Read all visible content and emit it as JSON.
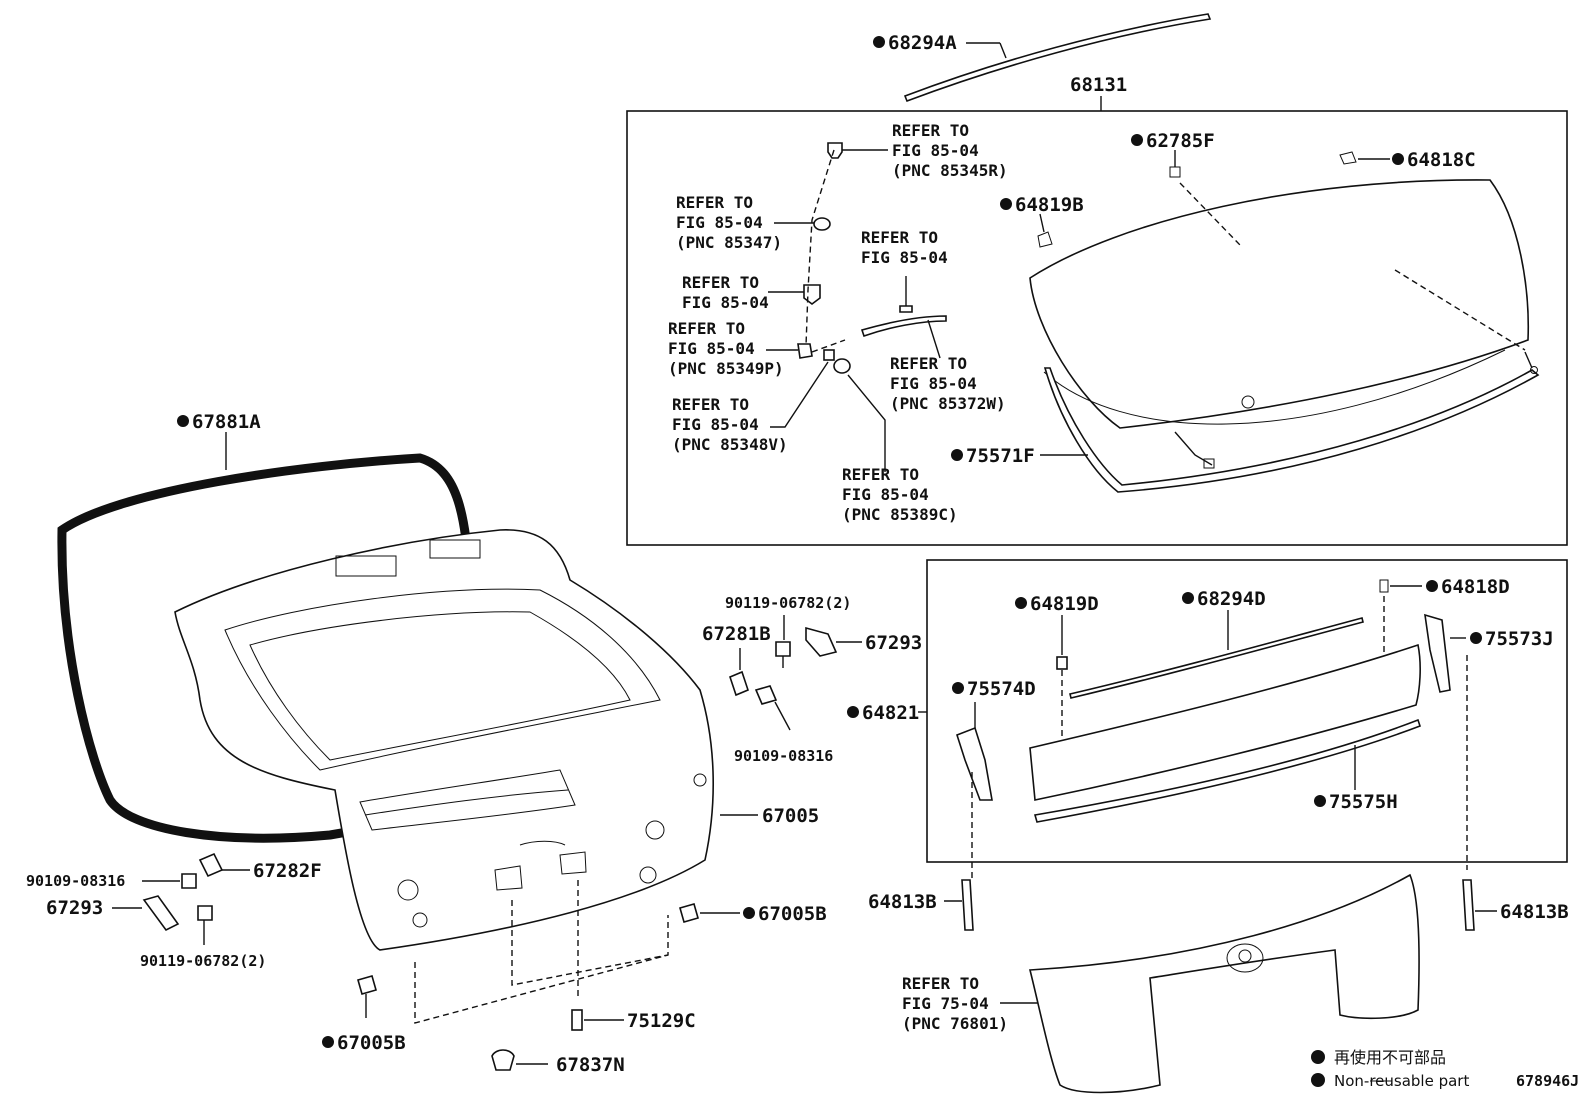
{
  "labels": {
    "p68294A": "68294A",
    "p68131": "68131",
    "p62785F": "62785F",
    "p64818C": "64818C",
    "p64819B": "64819B",
    "p75571F": "75571F",
    "p67881A": "67881A",
    "p67005": "67005",
    "p90119a": "90119-06782(2)",
    "p67281B": "67281B",
    "p67293a": "67293",
    "p90109a": "90109-08316",
    "p90109b": "90109-08316",
    "p67282F": "67282F",
    "p67293b": "67293",
    "p90119b": "90119-06782(2)",
    "p67005B_r": "67005B",
    "p67005B_l": "67005B",
    "p75129C": "75129C",
    "p67837N": "67837N",
    "p64819D": "64819D",
    "p68294D": "68294D",
    "p64818D": "64818D",
    "p75573J": "75573J",
    "p75574D": "75574D",
    "p64821": "64821",
    "p75575H": "75575H",
    "p64813B_l": "64813B",
    "p64813B_r": "64813B",
    "diagram_id": "678946J"
  },
  "refs": {
    "r1": [
      "REFER TO",
      "FIG 85-04",
      "(PNC 85345R)"
    ],
    "r2": [
      "REFER TO",
      "FIG 85-04",
      "(PNC 85347)"
    ],
    "r3": [
      "REFER TO",
      "FIG 85-04"
    ],
    "r4": [
      "REFER TO",
      "FIG 85-04"
    ],
    "r5": [
      "REFER TO",
      "FIG 85-04",
      "(PNC 85349P)"
    ],
    "r6": [
      "REFER TO",
      "FIG 85-04",
      "(PNC 85372W)"
    ],
    "r7": [
      "REFER TO",
      "FIG 85-04",
      "(PNC 85348V)"
    ],
    "r8": [
      "REFER TO",
      "FIG 85-04",
      "(PNC 85389C)"
    ],
    "r9": [
      "REFER TO",
      "FIG 75-04",
      "(PNC 76801)"
    ]
  },
  "legend": {
    "jp": "再使用不可部品",
    "en": "Non-reusable part"
  },
  "colors": {
    "ink": "#111111",
    "background": "#ffffff"
  }
}
